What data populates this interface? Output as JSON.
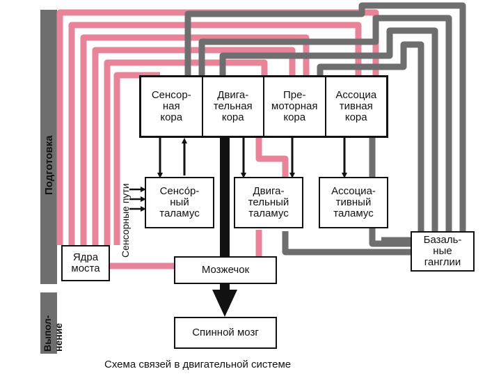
{
  "diagram": {
    "caption": "Схема связей в двигательной системе",
    "side_labels": {
      "preparation": "Подготовка",
      "execution": "Выпол-\nнение",
      "sensory_paths": "Сенсорные пути"
    },
    "cortex": {
      "sensory": "Сенсор-\nная\nкора",
      "motor": "Двига-\nтельная\nкора",
      "premotor": "Пре-\nмоторная\nкора",
      "associative": "Ассоциа\nтивная\nкора"
    },
    "thalamus": {
      "sensory": "Сенсо́р-\nный\nталамус",
      "motor": "Двига-\nтельный\nталамус",
      "associative": "Ассоциа-\nтивный\nталамус"
    },
    "nuclei": "Ядра\nмоста",
    "cerebellum": "Мозжечок",
    "spinal_cord": "Спинной мозг",
    "basal_ganglia": "Базаль-\nные\nганглии",
    "colors": {
      "pink": "#e8849a",
      "gray": "#6e6e6e",
      "dark_gray": "#555555",
      "black": "#111111"
    }
  }
}
